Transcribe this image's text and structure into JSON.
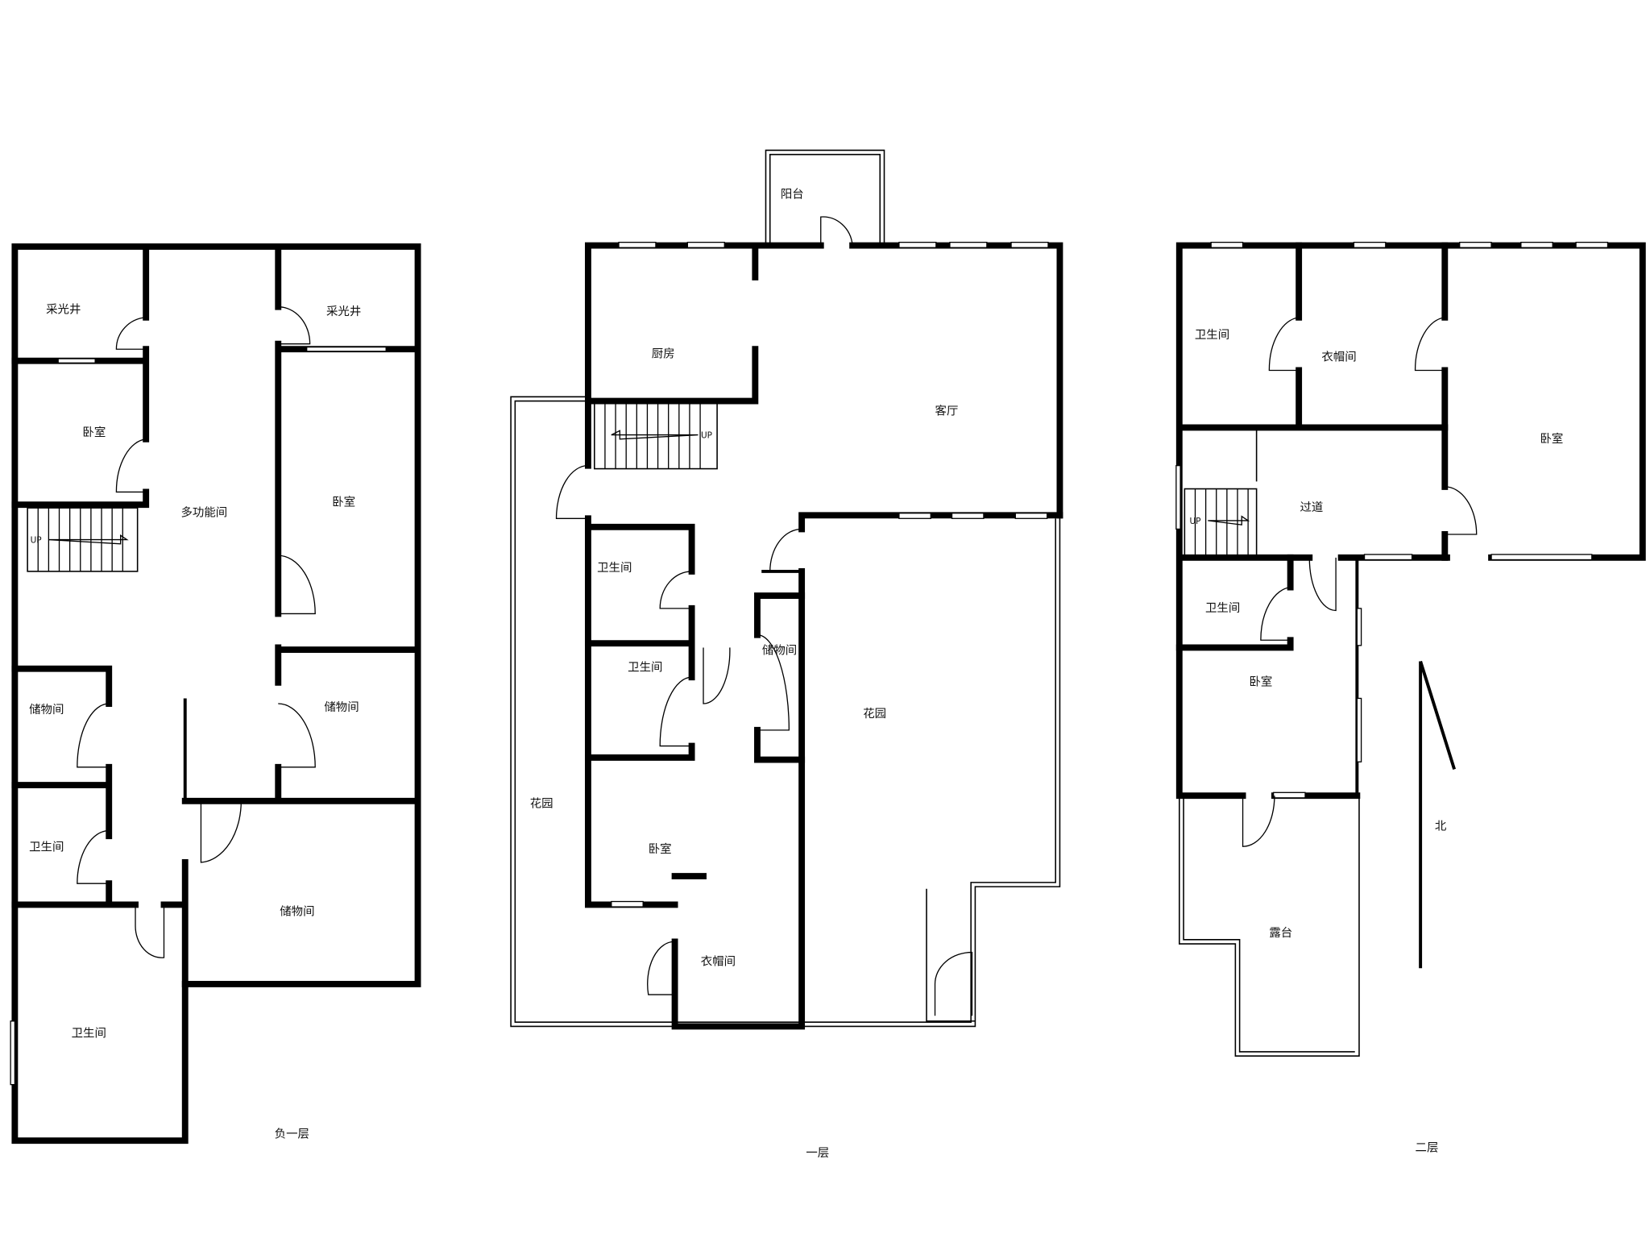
{
  "floors": {
    "b1": {
      "title": "负一层",
      "rooms": [
        "采光井",
        "采光井",
        "卧室",
        "多功能间",
        "卧室",
        "储物间",
        "储物间",
        "卫生间",
        "储物间",
        "卫生间"
      ],
      "stair_label": "UP"
    },
    "f1": {
      "title": "一层",
      "rooms": [
        "阳台",
        "厨房",
        "客厅",
        "卫生间",
        "卫生间",
        "储物间",
        "花园",
        "花园",
        "卧室",
        "衣帽间"
      ],
      "stair_label": "UP"
    },
    "f2": {
      "title": "二层",
      "rooms": [
        "卫生间",
        "衣帽间",
        "卧室",
        "过道",
        "卫生间",
        "卧室",
        "露台"
      ],
      "stair_label": "UP",
      "north_label": "北"
    }
  }
}
